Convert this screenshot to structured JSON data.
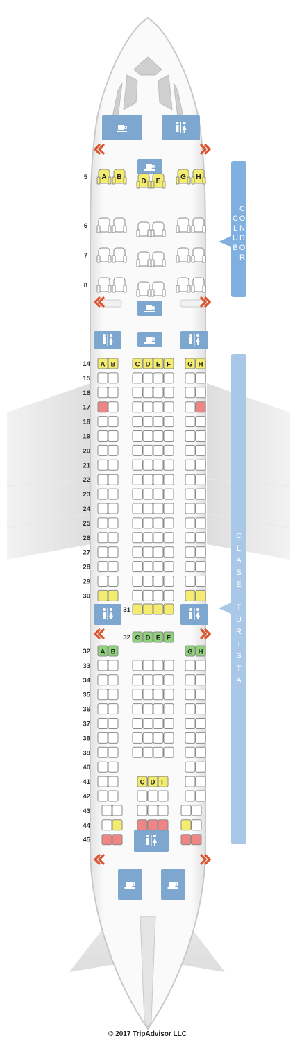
{
  "cabins": {
    "club_label": "CLUB CONDOR",
    "club_lines": [
      "CLUB",
      "CONDOR"
    ],
    "turista_label": "CLASE TURISTA",
    "turista_lines": [
      "CLASE",
      "TURISTA"
    ]
  },
  "club_columns": {
    "A": "A",
    "B": "B",
    "D": "D",
    "E": "E",
    "G": "G",
    "H": "H"
  },
  "economy_front_columns": {
    "A": "A",
    "B": "B",
    "C": "C",
    "D": "D",
    "E": "E",
    "F": "F",
    "G": "G",
    "H": "H"
  },
  "economy_rear_columns": {
    "A": "A",
    "B": "B",
    "C": "C",
    "D": "D",
    "E": "E",
    "F": "F",
    "G": "G",
    "H": "H"
  },
  "rear_center_columns": {
    "C": "C",
    "D": "D",
    "F": "F"
  },
  "rows": {
    "r5": "5",
    "r6": "6",
    "r7": "7",
    "r8": "8",
    "r14": "14",
    "r15": "15",
    "r16": "16",
    "r17": "17",
    "r18": "18",
    "r19": "19",
    "r20": "20",
    "r21": "21",
    "r22": "22",
    "r23": "23",
    "r24": "24",
    "r25": "25",
    "r26": "26",
    "r27": "27",
    "r28": "28",
    "r29": "29",
    "r30": "30",
    "r31": "31",
    "r32": "32",
    "r32c": "32",
    "r33": "33",
    "r34": "34",
    "r35": "35",
    "r36": "36",
    "r37": "37",
    "r38": "38",
    "r39": "39",
    "r40": "40",
    "r41": "41",
    "r42": "42",
    "r43": "43",
    "r44": "44",
    "r45": "45"
  },
  "copyright": "© 2017 TripAdvisor LLC",
  "legend_colors": {
    "standard": "#ffffff",
    "good": "#f4ec6e",
    "bad": "#f08585",
    "mixed": "#8fd27b",
    "facility": "#7ea7cf",
    "exit": "#d9542f"
  },
  "icons": [
    "galley-icon",
    "lavatory-icon",
    "exit-arrow-icon"
  ]
}
